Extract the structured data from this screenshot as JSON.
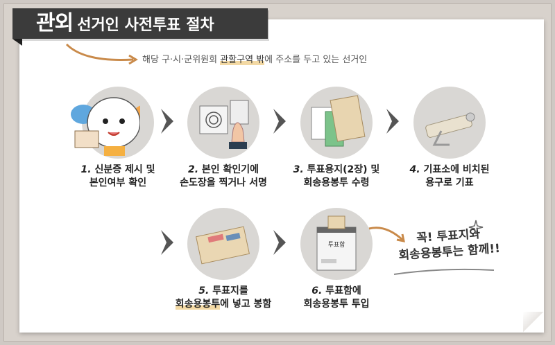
{
  "title": {
    "main": "관외",
    "rest": "선거인 사전투표 절차"
  },
  "subtitle": {
    "before": "해당 구·시·군위원회 ",
    "highlight": "관할구역 밖",
    "after": "에 주소를 두고 있는 선거인"
  },
  "steps": [
    {
      "num": "1.",
      "line1": "신분증 제시 및",
      "line2": "본인여부 확인"
    },
    {
      "num": "2.",
      "line1": "본인 확인기에",
      "line2": "손도장을 찍거나 서명"
    },
    {
      "num": "3.",
      "line1": "투표용지(2장) 및",
      "line2": "회송용봉투 수령"
    },
    {
      "num": "4.",
      "line1": "기표소에 비치된",
      "line2": "용구로 기표"
    },
    {
      "num": "5.",
      "line1": "투표지를",
      "line2a": "회송용봉투",
      "line2b": "에 넣고 봉함"
    },
    {
      "num": "6.",
      "line1": "투표함에",
      "line2": "회송용봉투 투입"
    }
  ],
  "note": {
    "line1": "꼭! 투표지와",
    "line2": "회송용봉투는 함께!!"
  },
  "ballot_box_label": "투표함"
}
